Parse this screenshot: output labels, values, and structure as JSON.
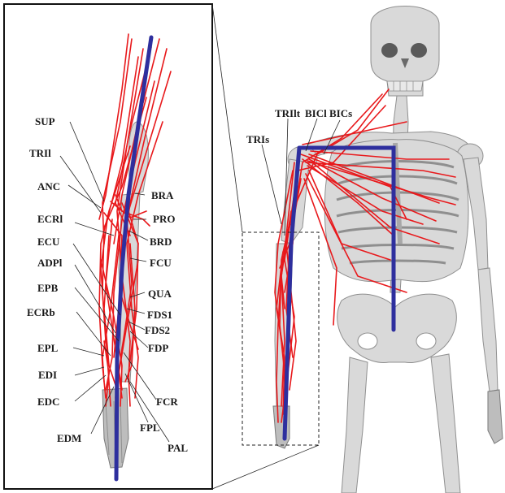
{
  "left_panel": {
    "muscle_labels": [
      {
        "id": "sup",
        "text": "SUP"
      },
      {
        "id": "tril",
        "text": "TRIl"
      },
      {
        "id": "anc",
        "text": "ANC"
      },
      {
        "id": "ecrl",
        "text": "ECRl"
      },
      {
        "id": "ecu",
        "text": "ECU"
      },
      {
        "id": "adpl",
        "text": "ADPl"
      },
      {
        "id": "epb",
        "text": "EPB"
      },
      {
        "id": "ecrb",
        "text": "ECRb"
      },
      {
        "id": "epl",
        "text": "EPL"
      },
      {
        "id": "edi",
        "text": "EDI"
      },
      {
        "id": "edc",
        "text": "EDC"
      },
      {
        "id": "edm",
        "text": "EDM"
      },
      {
        "id": "bra",
        "text": "BRA"
      },
      {
        "id": "pro",
        "text": "PRO"
      },
      {
        "id": "brd",
        "text": "BRD"
      },
      {
        "id": "fcu",
        "text": "FCU"
      },
      {
        "id": "qua",
        "text": "QUA"
      },
      {
        "id": "fds1",
        "text": "FDS1"
      },
      {
        "id": "fds2",
        "text": "FDS2"
      },
      {
        "id": "fdp",
        "text": "FDP"
      },
      {
        "id": "fcr",
        "text": "FCR"
      },
      {
        "id": "fpl",
        "text": "FPL"
      },
      {
        "id": "pal",
        "text": "PAL"
      }
    ]
  },
  "right_panel": {
    "muscle_labels": [
      {
        "id": "tris",
        "text": "TRIs"
      },
      {
        "id": "trilt",
        "text": "TRIlt"
      },
      {
        "id": "bicl",
        "text": "BICl"
      },
      {
        "id": "bics",
        "text": "BICs"
      }
    ]
  },
  "colors": {
    "muscle": "#e8191c",
    "skeleton_link": "#2e2f9e",
    "bone": "#d9d9d9"
  }
}
